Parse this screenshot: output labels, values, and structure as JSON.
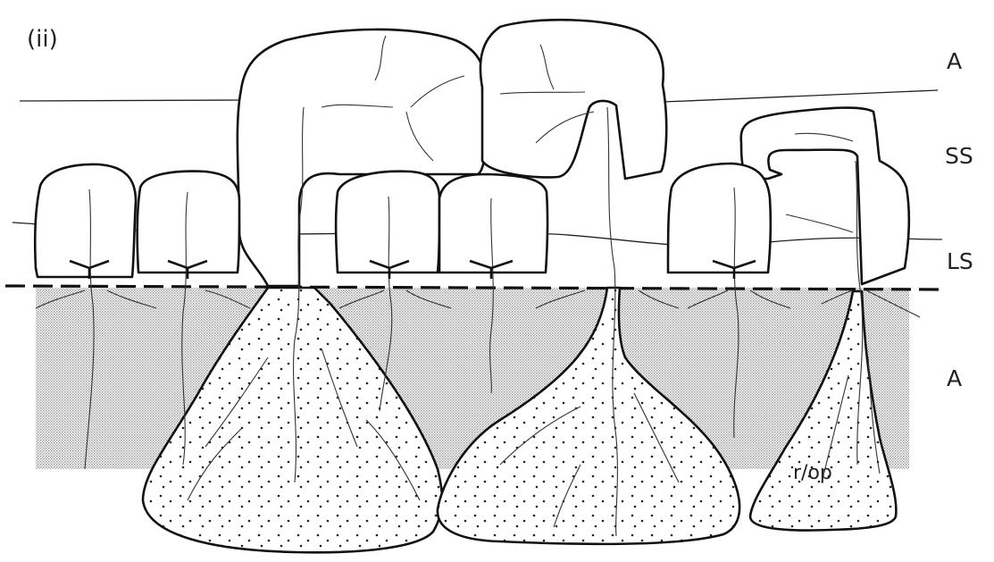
{
  "panel_label": "(ii)",
  "zones": {
    "top": "A",
    "upper": "SS",
    "lower": "LS",
    "bottom": "A"
  },
  "annotation": "r/op",
  "colors": {
    "ink": "#111111",
    "stipple": "#c8c8c8",
    "background": "#ffffff"
  }
}
